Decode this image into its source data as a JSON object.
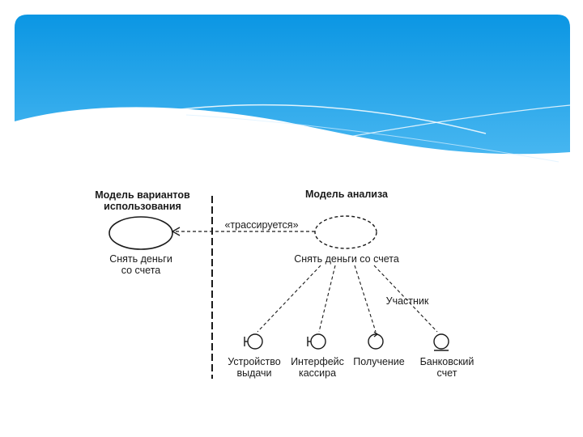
{
  "diagram": {
    "left_model_title": "Модель вариантов использования",
    "left_model_title_line1": "Модель вариантов",
    "left_model_title_line2": "использования",
    "right_model_title": "Модель анализа",
    "trace_label": "«трассируется»",
    "left_usecase_line1": "Снять деньги",
    "left_usecase_line2": "со счета",
    "right_usecase": "Снять деньги со счета",
    "participant_label": "Участник",
    "classes": [
      {
        "line1": "Устройство",
        "line2": "выдачи",
        "icon": "boundary-icon"
      },
      {
        "line1": "Интерфейс",
        "line2": "кассира",
        "icon": "boundary-icon"
      },
      {
        "line1": "Получение",
        "line2": "",
        "icon": "control-icon"
      },
      {
        "line1": "Банковский",
        "line2": "счет",
        "icon": "entity-icon"
      }
    ]
  },
  "colors": {
    "banner_top": "#0b96e3",
    "banner_bottom": "#3fb2f0",
    "wave_white": "#ffffff",
    "ink": "#1a1a1a"
  }
}
